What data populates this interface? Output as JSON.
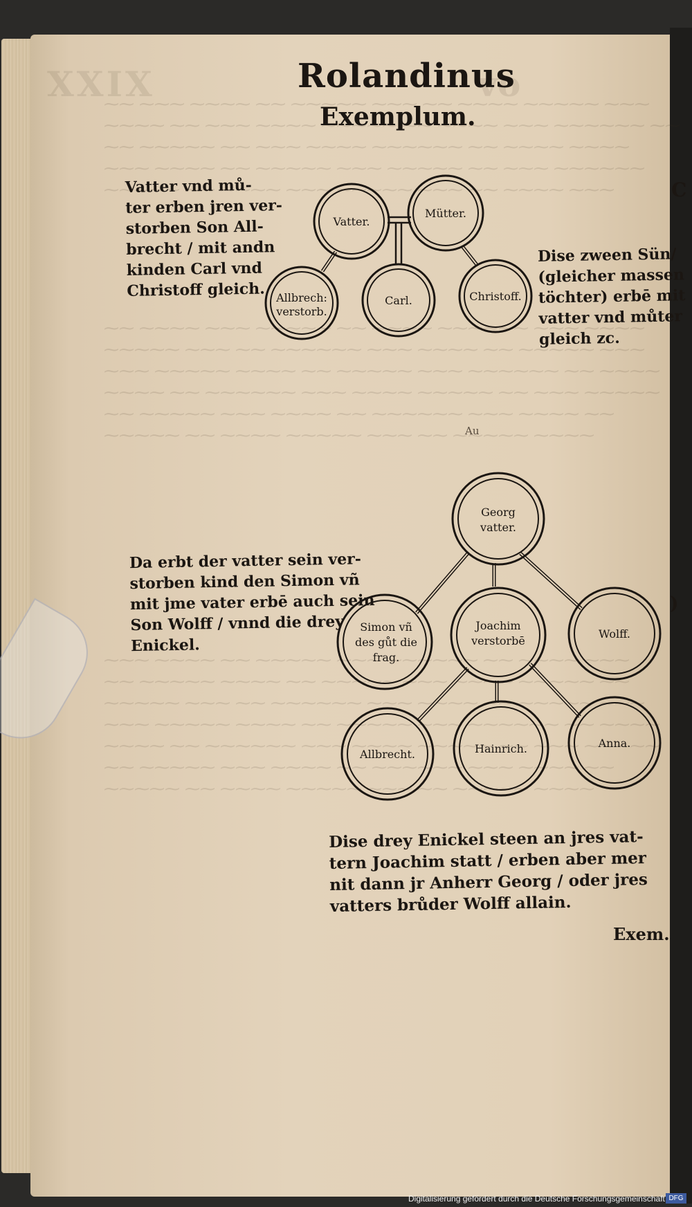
{
  "header": {
    "title": "Rolandinus",
    "subtitle": "Exemplum."
  },
  "side_mark": "C",
  "side_bracket": ")",
  "paragraph_1": [
    "Vatter vnd mů-",
    "ter erben jren ver-",
    "storben Son All-",
    "brecht / mit andn",
    "kinden Carl vnd",
    "Christoff gleich."
  ],
  "paragraph_2": [
    "Dise zween Sün/",
    "(gleicher massen",
    "töchter) erbē mit",
    "vatter vnd můter",
    "gleich zc."
  ],
  "paragraph_3": [
    "Da erbt der vatter sein ver-",
    "storben kind den Simon vñ",
    "mit jme vater erbē auch sein",
    "Son Wolff / vnnd die drey",
    "Enickel."
  ],
  "paragraph_4": [
    "Dise drey Enickel steen an jres vat-",
    "tern Joachim statt / erben aber mer",
    "nit dann jr Anherr Georg / oder jres",
    "vatters brůder Wolff allain."
  ],
  "tree_1": {
    "vatter": "Vatter.",
    "mutter": "Mütter.",
    "albrecht": [
      "Allbrech:",
      "verstorb."
    ],
    "carl": "Carl.",
    "christoff": "Christoff."
  },
  "tree_2": {
    "georg": [
      "Georg",
      "vatter."
    ],
    "simon": [
      "Simon vñ",
      "des gůt die",
      "frag."
    ],
    "joachim": [
      "Joachim",
      "verstorbē"
    ],
    "wolff": "Wolff.",
    "albrecht": "Allbrecht.",
    "hainrich": "Hainrich.",
    "anna": "Anna."
  },
  "margin_note": "Au",
  "catchword": "Exem.",
  "footer": {
    "credit": "Digitalisierung gefördert durch die Deutsche Forschungsgemeinschaft -",
    "logo": "DFG"
  }
}
